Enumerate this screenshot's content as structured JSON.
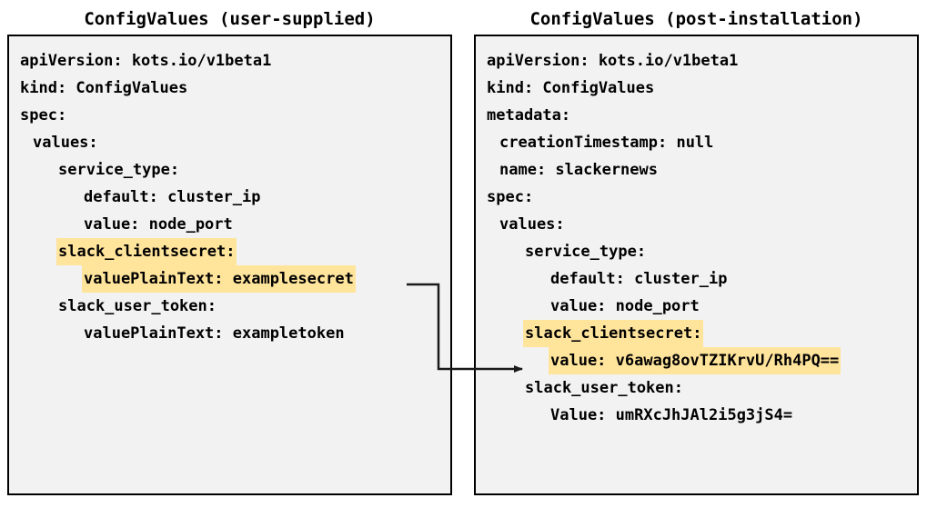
{
  "left_panel": {
    "title": "ConfigValues (user-supplied)",
    "lines": [
      {
        "text": "apiVersion: kots.io/v1beta1",
        "indent": 0,
        "highlight": false
      },
      {
        "text": "kind: ConfigValues",
        "indent": 0,
        "highlight": false
      },
      {
        "text": "spec:",
        "indent": 0,
        "highlight": false
      },
      {
        "text": "values:",
        "indent": 1,
        "highlight": false
      },
      {
        "text": "service_type:",
        "indent": 2,
        "highlight": false
      },
      {
        "text": "default: cluster_ip",
        "indent": 3,
        "highlight": false
      },
      {
        "text": "value: node_port",
        "indent": 3,
        "highlight": false
      },
      {
        "text": "slack_clientsecret:",
        "indent": 2,
        "highlight": true
      },
      {
        "text": "valuePlainText: examplesecret",
        "indent": 3,
        "highlight": true
      },
      {
        "text": "slack_user_token:",
        "indent": 2,
        "highlight": false
      },
      {
        "text": "valuePlainText: exampletoken",
        "indent": 3,
        "highlight": false
      }
    ]
  },
  "right_panel": {
    "title": "ConfigValues (post-installation)",
    "lines": [
      {
        "text": "apiVersion: kots.io/v1beta1",
        "indent": 0,
        "highlight": false
      },
      {
        "text": "kind: ConfigValues",
        "indent": 0,
        "highlight": false
      },
      {
        "text": "metadata:",
        "indent": 0,
        "highlight": false
      },
      {
        "text": "creationTimestamp: null",
        "indent": 1,
        "highlight": false
      },
      {
        "text": "name: slackernews",
        "indent": 1,
        "highlight": false
      },
      {
        "text": "spec:",
        "indent": 0,
        "highlight": false
      },
      {
        "text": "values:",
        "indent": 1,
        "highlight": false
      },
      {
        "text": "service_type:",
        "indent": 2,
        "highlight": false
      },
      {
        "text": "default: cluster_ip",
        "indent": 3,
        "highlight": false
      },
      {
        "text": "value: node_port",
        "indent": 3,
        "highlight": false
      },
      {
        "text": "slack_clientsecret:",
        "indent": 2,
        "highlight": true
      },
      {
        "text": "value: v6awag8ovTZIKrvU/Rh4PQ==",
        "indent": 3,
        "highlight": true
      },
      {
        "text": "slack_user_token:",
        "indent": 2,
        "highlight": false
      },
      {
        "text": "Value: umRXcJhJAl2i5g3jS4=",
        "indent": 3,
        "highlight": false
      }
    ]
  },
  "connector": {
    "label": "secret-transformation-arrow",
    "color": "#1a1a1a",
    "from_line": "valuePlainText: examplesecret",
    "to_line": "value: v6awag8ovTZIKrvU/Rh4PQ=="
  },
  "colors": {
    "highlight": "#ffe49c",
    "panel_background": "#f2f2f2",
    "panel_border": "#000000",
    "text": "#000000"
  }
}
